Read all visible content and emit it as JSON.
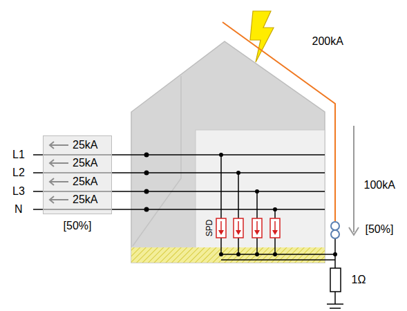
{
  "diagram": {
    "nodes": [
      {
        "text": [
          "25kA",
          "25kA",
          "25kA",
          "25kA",
          "[50%]"
        ]
      }
    ],
    "labels": [
      "200kA",
      "100kA",
      "[50%]",
      "L1",
      "L2",
      "L3",
      "N",
      "SPD",
      "1Ω"
    ]
  }
}
